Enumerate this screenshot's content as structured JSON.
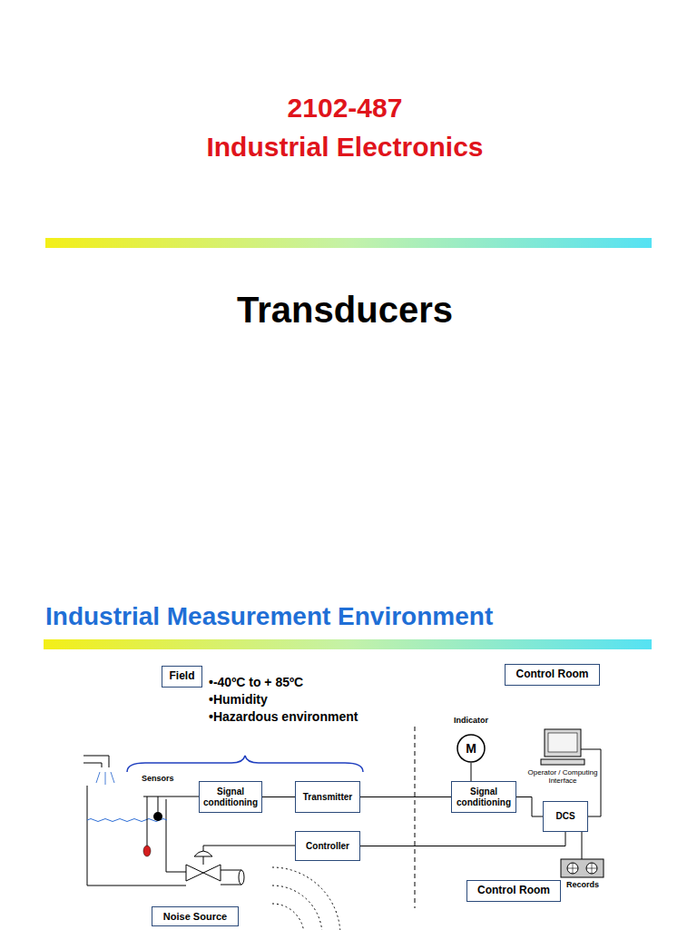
{
  "diagram": {
    "title": "Transducers",
    "nodes": [
      {
        "text": [
          "Field"
        ]
      },
      {
        "text": [
          "Control Room"
        ]
      },
      {
        "text": [
          "Signal conditioning"
        ]
      },
      {
        "text": [
          "Transmitter"
        ]
      },
      {
        "text": [
          "Signal conditioning"
        ]
      },
      {
        "text": [
          "Indicator",
          "M"
        ]
      },
      {
        "text": [
          "DCS"
        ]
      },
      {
        "text": [
          "Controller"
        ]
      },
      {
        "text": [
          "Control Room"
        ]
      },
      {
        "text": [
          "Noise Source"
        ]
      }
    ],
    "edges": [
      {
        "from": 2,
        "to": 3,
        "arrow": "none"
      },
      {
        "from": 3,
        "to": 4,
        "arrow": "none"
      },
      {
        "from": 4,
        "to": 5,
        "arrow": "none"
      },
      {
        "from": 4,
        "to": 6,
        "arrow": "none"
      },
      {
        "from": 6,
        "to": 7,
        "arrow": "none"
      }
    ],
    "labels": [
      "2102-487",
      "Industrial Electronics",
      "Industrial Measurement Environment",
      "•-40ºC to + 85ºC",
      "•Humidity",
      "•Hazardous environment",
      "Sensors",
      "Operator / Computing Interface",
      "Records"
    ]
  }
}
